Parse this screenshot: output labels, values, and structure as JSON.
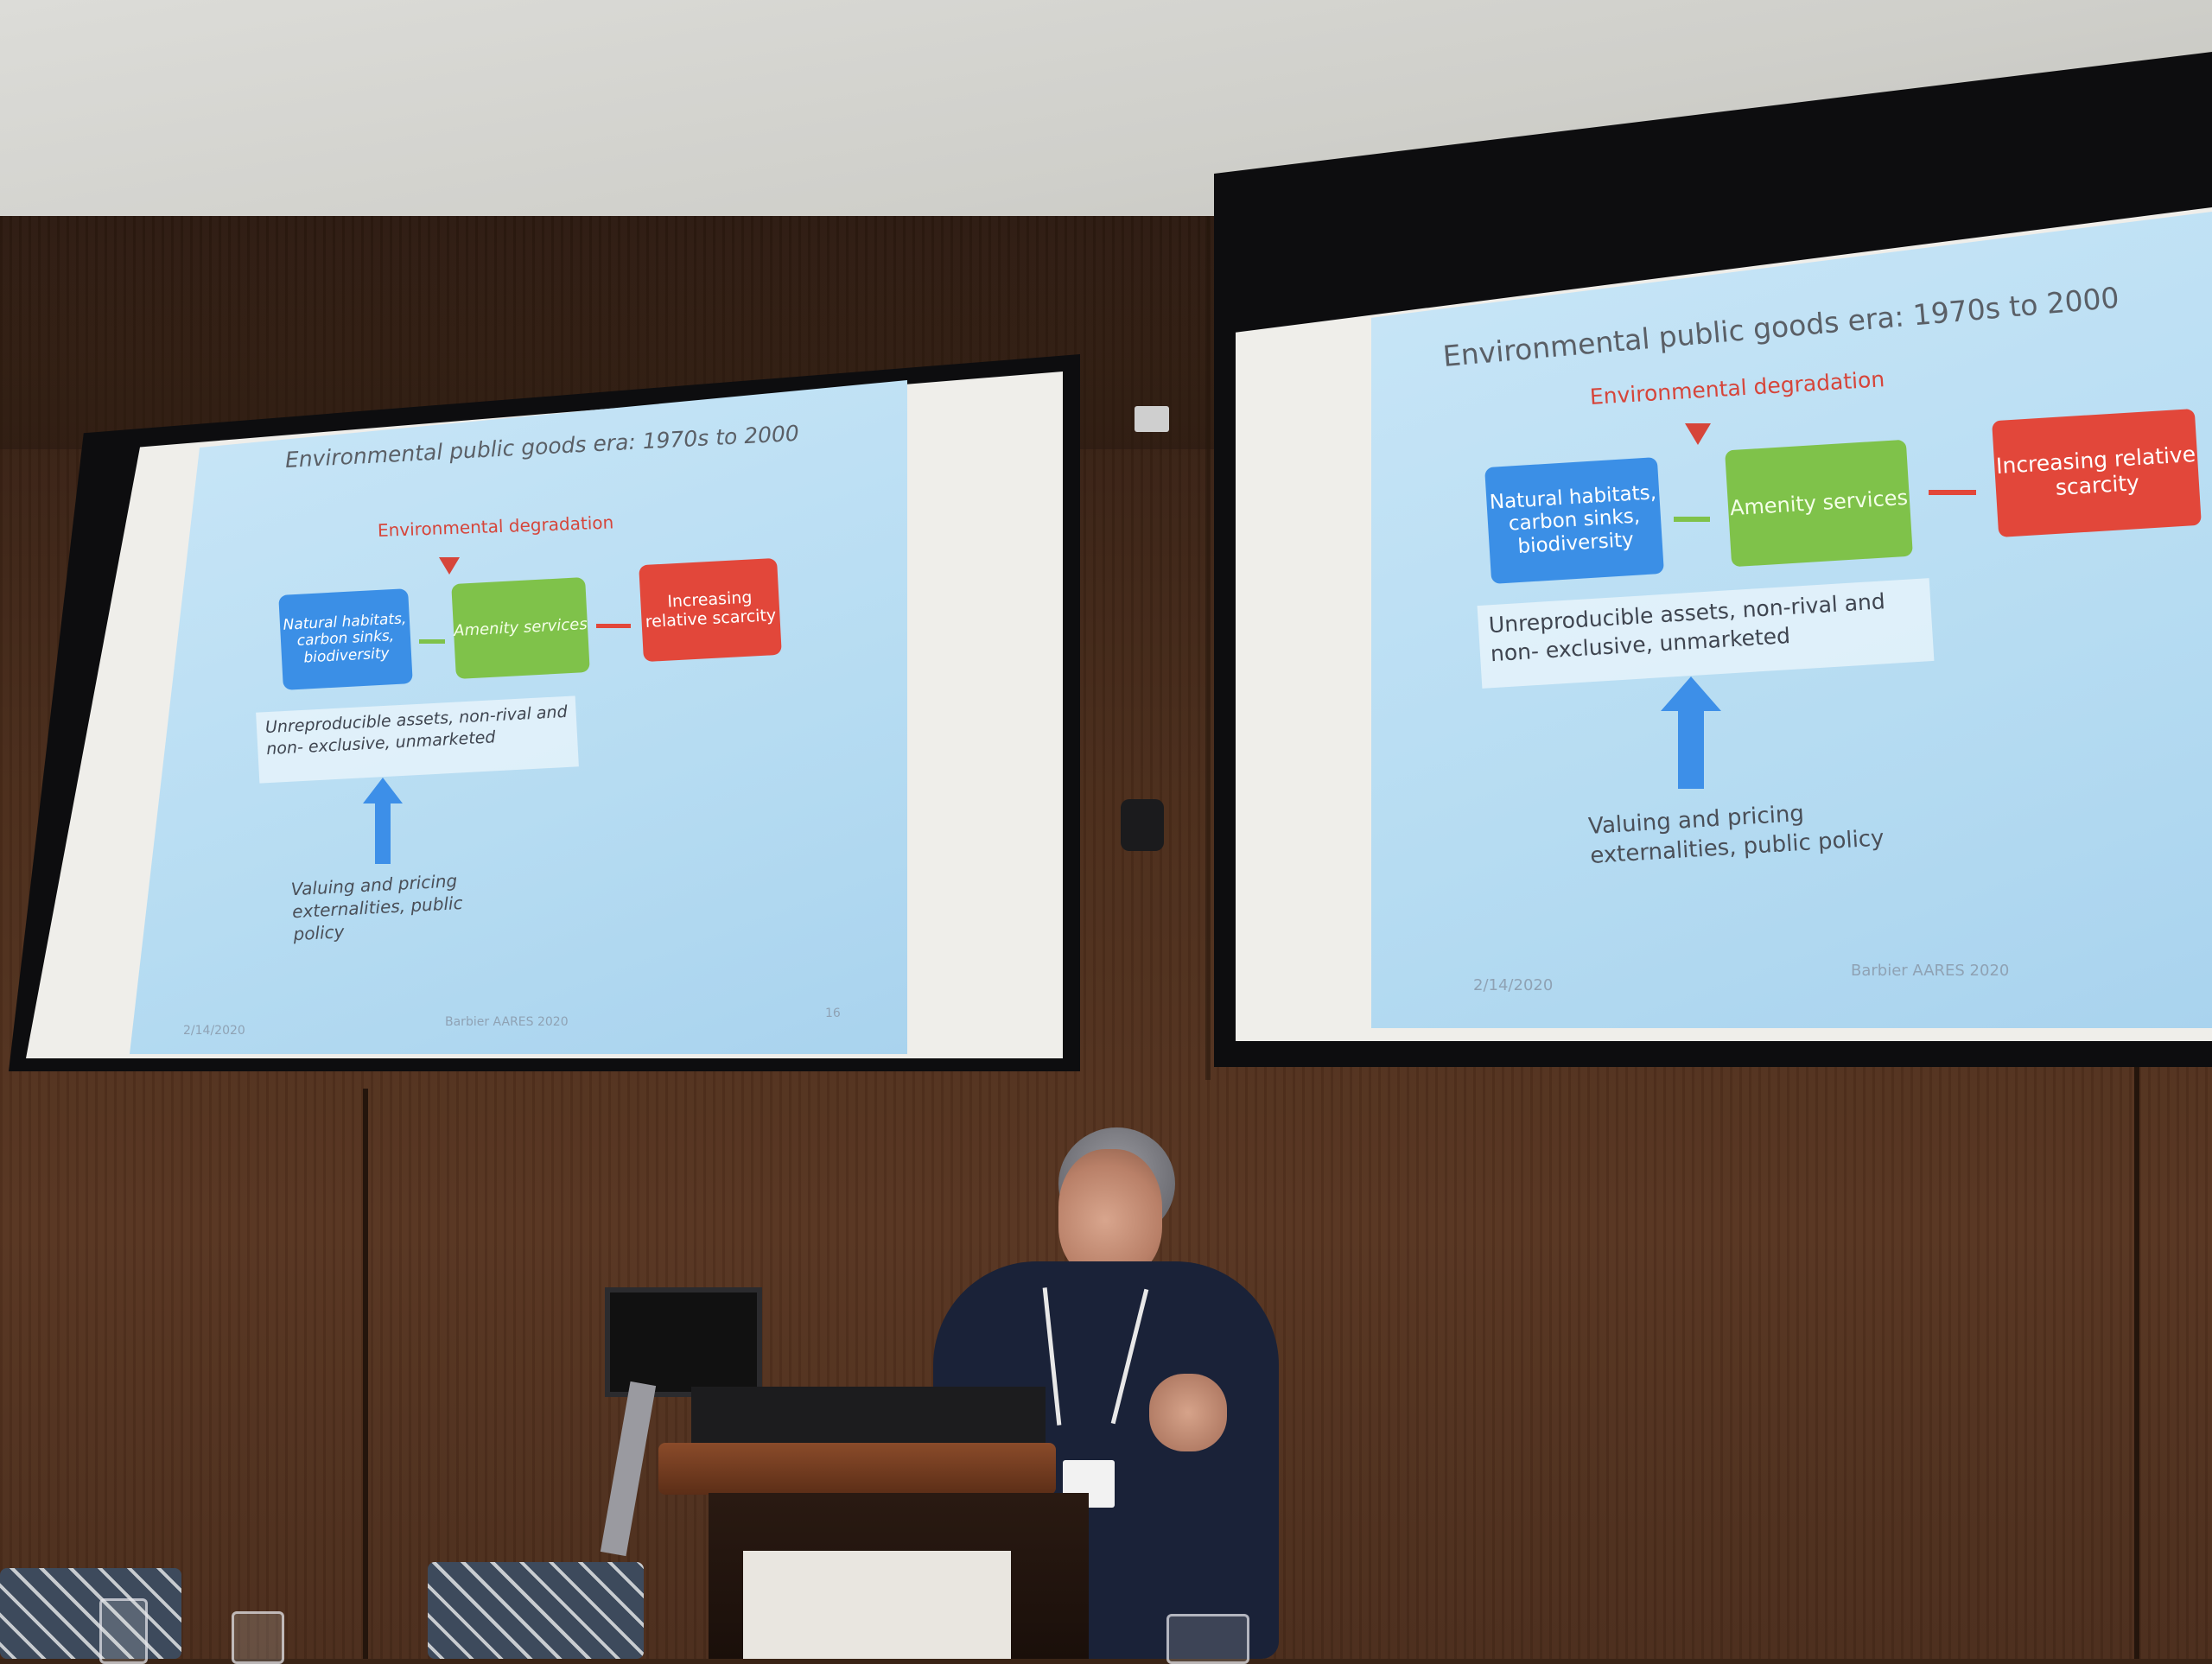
{
  "slide": {
    "title": "Environmental public goods era: 1970s to 2000",
    "degradation": "Environmental degradation",
    "box_natural": "Natural habitats, carbon sinks, biodiversity",
    "box_amenity": "Amenity services",
    "box_scarcity": "Increasing relative scarcity",
    "band_text": "Unreproducible assets, non-rival and non- exclusive, unmarketed",
    "policy_text": "Valuing and pricing externalities, public policy",
    "date": "2/14/2020",
    "footer": "Barbier AARES 2020",
    "page_number": "16"
  },
  "colors": {
    "slide_bg": "#b6dcf2",
    "box_blue": "#3b8fe6",
    "box_green": "#7fc24a",
    "box_red": "#e2473a",
    "degradation_red": "#d6453a",
    "policy_arrow_blue": "#3d8fe8"
  }
}
